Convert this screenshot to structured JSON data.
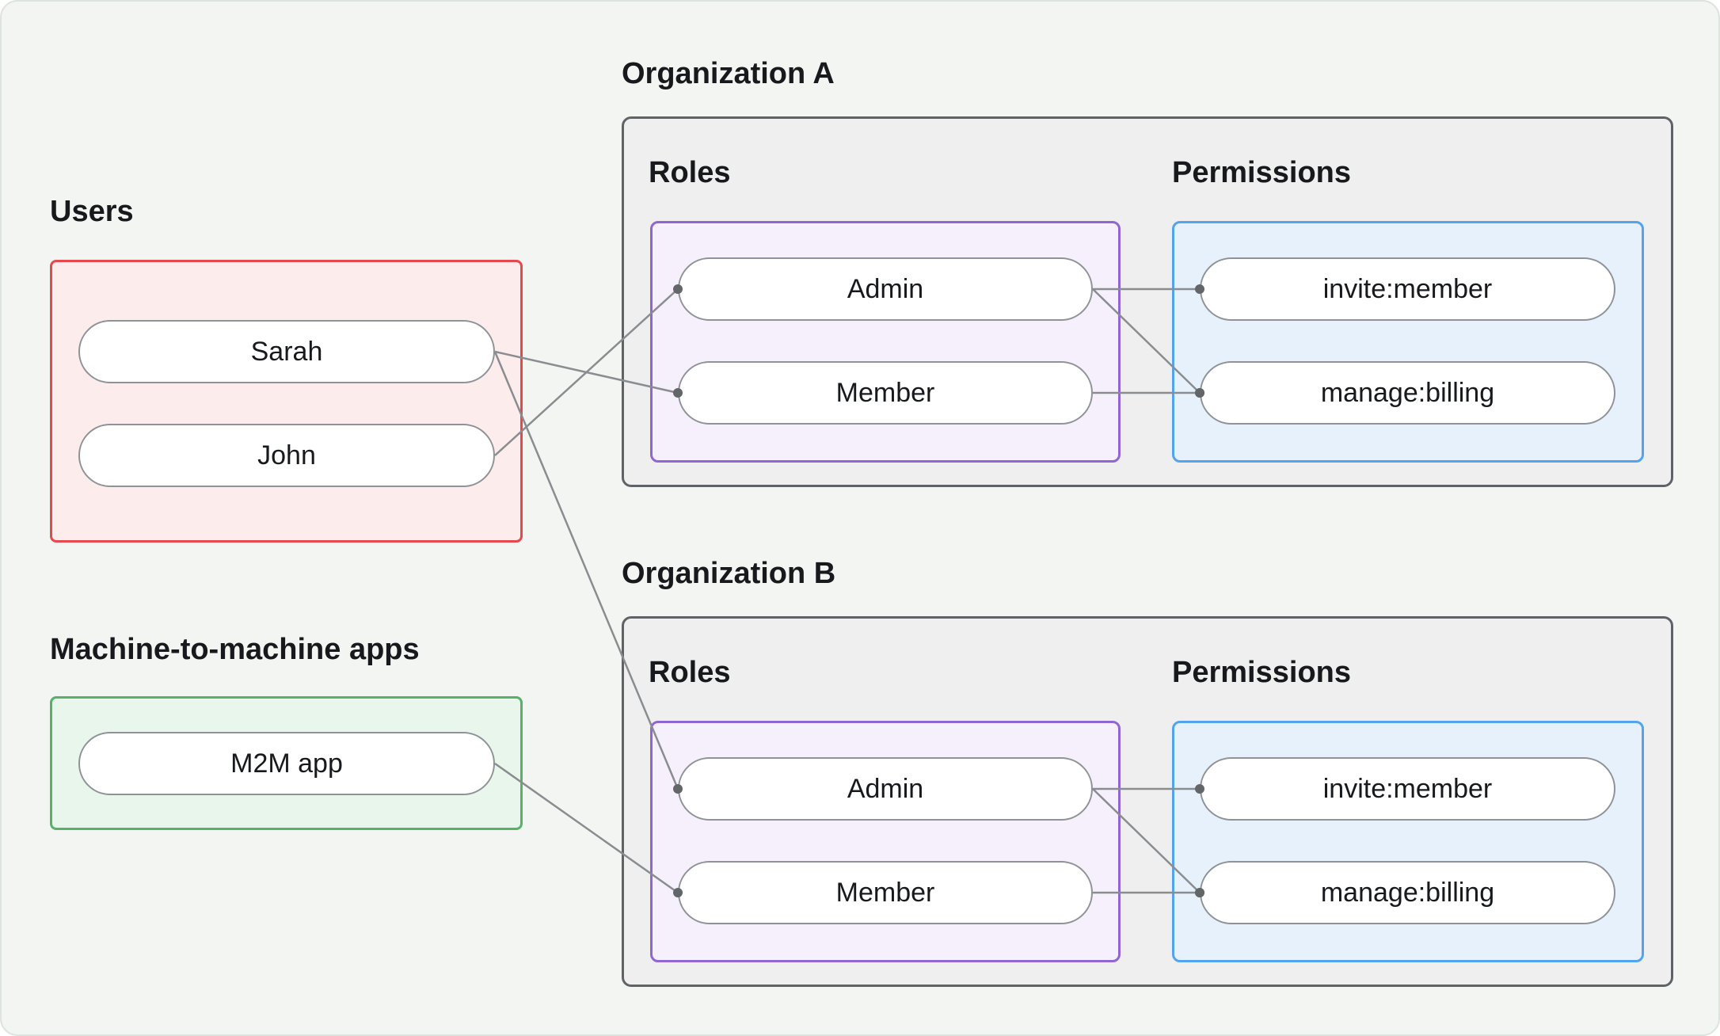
{
  "groups": {
    "users": {
      "label": "Users",
      "nodes": [
        {
          "id": "sarah",
          "label": "Sarah"
        },
        {
          "id": "john",
          "label": "John"
        }
      ]
    },
    "m2m": {
      "label": "Machine-to-machine apps",
      "nodes": [
        {
          "id": "m2m-app",
          "label": "M2M app"
        }
      ]
    }
  },
  "organizations": [
    {
      "label": "Organization A",
      "roles": {
        "label": "Roles",
        "nodes": [
          {
            "id": "org-a-admin",
            "label": "Admin"
          },
          {
            "id": "org-a-member",
            "label": "Member"
          }
        ]
      },
      "permissions": {
        "label": "Permissions",
        "nodes": [
          {
            "id": "org-a-invite-member",
            "label": "invite:member"
          },
          {
            "id": "org-a-manage-billing",
            "label": "manage:billing"
          }
        ]
      }
    },
    {
      "label": "Organization B",
      "roles": {
        "label": "Roles",
        "nodes": [
          {
            "id": "org-b-admin",
            "label": "Admin"
          },
          {
            "id": "org-b-member",
            "label": "Member"
          }
        ]
      },
      "permissions": {
        "label": "Permissions",
        "nodes": [
          {
            "id": "org-b-invite-member",
            "label": "invite:member"
          },
          {
            "id": "org-b-manage-billing",
            "label": "manage:billing"
          }
        ]
      }
    }
  ],
  "edges": [
    {
      "from": "sarah",
      "to": "org-a-member"
    },
    {
      "from": "john",
      "to": "org-a-admin"
    },
    {
      "from": "sarah",
      "to": "org-b-admin"
    },
    {
      "from": "m2m-app",
      "to": "org-b-member"
    },
    {
      "from": "org-a-admin",
      "to": "org-a-invite-member"
    },
    {
      "from": "org-a-admin",
      "to": "org-a-manage-billing"
    },
    {
      "from": "org-a-member",
      "to": "org-a-manage-billing"
    },
    {
      "from": "org-b-admin",
      "to": "org-b-invite-member"
    },
    {
      "from": "org-b-admin",
      "to": "org-b-manage-billing"
    },
    {
      "from": "org-b-member",
      "to": "org-b-manage-billing"
    }
  ],
  "style": {
    "colors": {
      "canvas_bg": "#f2f5f1",
      "users_border": "#e5484d",
      "users_fill": "#fdecec",
      "m2m_border": "#58b169",
      "m2m_fill": "#e9f6ec",
      "org_border": "#5f6368",
      "org_fill": "#efefef",
      "roles_border": "#8f66d2",
      "roles_fill": "#f6f0fd",
      "perms_border": "#54a3ee",
      "perms_fill": "#e7f1fc",
      "pill_border": "#8f9397",
      "pill_fill": "#ffffff",
      "edge": "#8a8d90",
      "edge_dot": "#636669",
      "text": "#17191c"
    },
    "edge_width": 2.5,
    "dot_radius": 6
  }
}
